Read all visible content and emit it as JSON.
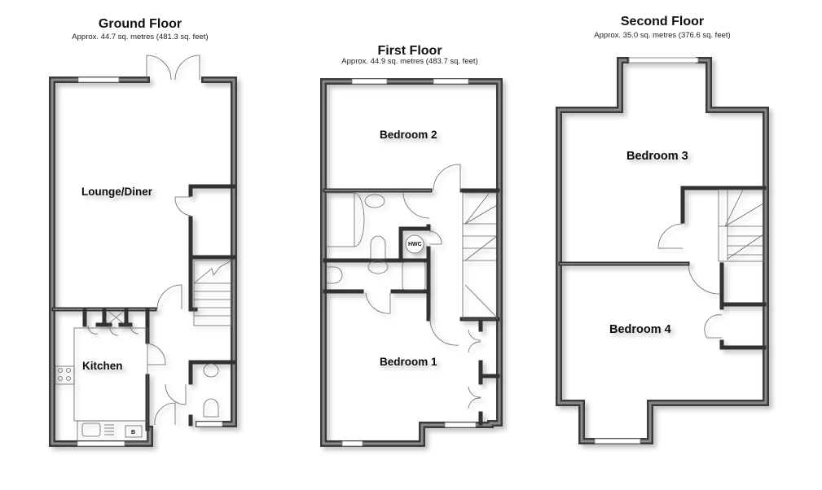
{
  "floors": [
    {
      "id": "ground",
      "title": "Ground Floor",
      "area": "Approx. 44.7 sq. metres (481.3 sq. feet)",
      "rooms": [
        {
          "name": "Lounge/Diner"
        },
        {
          "name": "Kitchen"
        }
      ],
      "fixtures": {
        "boiler": "B"
      }
    },
    {
      "id": "first",
      "title": "First Floor",
      "area": "Approx. 44.9 sq. metres (483.7 sq. feet)",
      "rooms": [
        {
          "name": "Bedroom 2"
        },
        {
          "name": "Bedroom 1"
        }
      ],
      "fixtures": {
        "hot_water_cylinder": "HWC"
      }
    },
    {
      "id": "second",
      "title": "Second Floor",
      "area": "Approx. 35.0 sq. metres (376.6 sq. feet)",
      "rooms": [
        {
          "name": "Bedroom 3"
        },
        {
          "name": "Bedroom 4"
        }
      ]
    }
  ],
  "colors": {
    "wall_outer": "#3a3a3a",
    "wall_inner": "#8a8a8a",
    "background": "#ffffff",
    "text": "#111111"
  }
}
